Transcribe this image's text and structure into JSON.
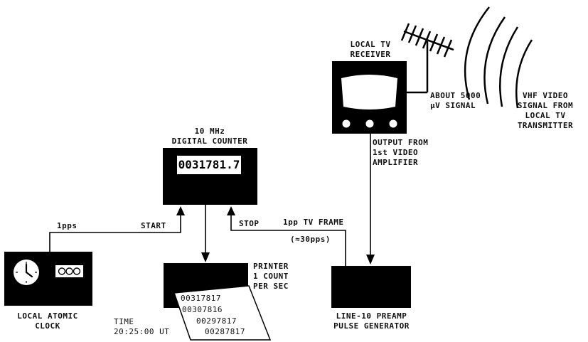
{
  "tv_receiver": {
    "label_line1": "LOCAL TV",
    "label_line2": "RECEIVER"
  },
  "signal_level": {
    "line1": "ABOUT 5000",
    "line2": "μV SIGNAL"
  },
  "vhf_signal": {
    "line1": "VHF VIDEO",
    "line2": "SIGNAL FROM",
    "line3": "LOCAL TV",
    "line4": "TRANSMITTER"
  },
  "video_output": {
    "line1": "OUTPUT FROM",
    "line2": "1st VIDEO",
    "line3": "AMPLIFIER"
  },
  "counter": {
    "label_line1": "10 MHz",
    "label_line2": "DIGITAL COUNTER",
    "display": "0031781.7"
  },
  "start_signal": {
    "pps_label": "1pps",
    "start_label": "START"
  },
  "stop_signal": {
    "stop_label": "STOP",
    "frame_label": "1pp TV FRAME",
    "rate_label": "(≈30pps)"
  },
  "printer": {
    "line1": "PRINTER",
    "line2": "1 COUNT",
    "line3": "PER SEC",
    "tape": [
      "00317817",
      "00307816",
      "00297817",
      "00287817"
    ]
  },
  "time_label": {
    "line1": "TIME",
    "line2": "20:25:00 UT"
  },
  "atomic_clock": {
    "label_line1": "LOCAL ATOMIC",
    "label_line2": "CLOCK"
  },
  "pulse_generator": {
    "label_line1": "LINE-10 PREAMP",
    "label_line2": "PULSE GENERATOR"
  }
}
